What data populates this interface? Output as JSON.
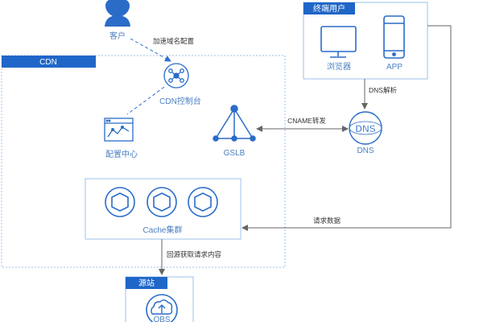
{
  "nodes": {
    "customer": "客户",
    "cdn_console": "CDN控制台",
    "config_center": "配置中心",
    "gslb": "GSLB",
    "dns": "DNS",
    "cache_cluster": "Cache集群",
    "browser": "浏览器",
    "app": "APP",
    "obs": "OBS"
  },
  "groups": {
    "cdn": "CDN",
    "end_user": "终端用户",
    "origin": "源站"
  },
  "edges": {
    "accel_config": "加速域名配置",
    "cname": "CNAME转发",
    "dns_resolve": "DNS解析",
    "request_data": "请求数据",
    "back_to_origin": "回源获取请求内容"
  },
  "dns_icon_text": "DNS",
  "colors": {
    "primary": "#2f6fd0",
    "icon_fill": "#2a6cc8",
    "label": "#4a7fc0",
    "group_header": "#1f66c8",
    "border": "#9cc2ee"
  }
}
